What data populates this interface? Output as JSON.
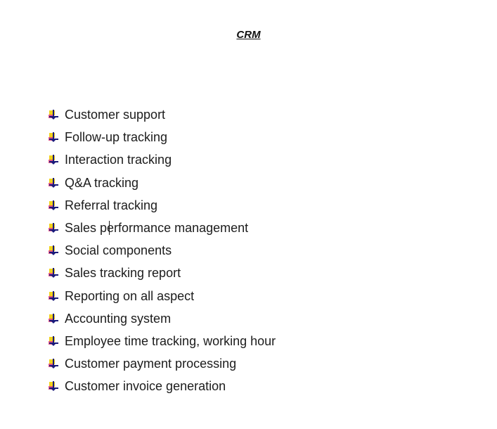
{
  "document": {
    "title": "CRM"
  },
  "list": {
    "items": [
      {
        "label": "Customer support"
      },
      {
        "label": "Follow-up tracking"
      },
      {
        "label": "Interaction tracking"
      },
      {
        "label": "Q&A tracking"
      },
      {
        "label": "Referral tracking"
      },
      {
        "label": "Sales performance management"
      },
      {
        "label": "Social components"
      },
      {
        "label": "Sales tracking report"
      },
      {
        "label": "Reporting on all aspect"
      },
      {
        "label": "Accounting system"
      },
      {
        "label": "Employee time tracking, working hour"
      },
      {
        "label": "Customer payment processing"
      },
      {
        "label": "Customer invoice generation"
      }
    ],
    "bullet_icon": "arrow-down-bullet-icon"
  },
  "colors": {
    "bullet_yellow": "#f2d21b",
    "bullet_red": "#e0407a",
    "bullet_navy": "#1a1a7a",
    "text": "#1c1c1c"
  }
}
